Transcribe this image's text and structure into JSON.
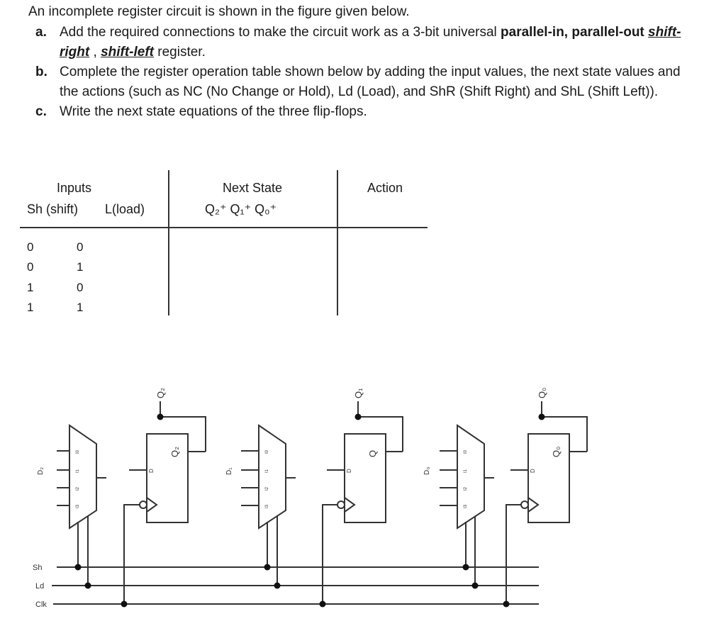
{
  "intro": "An incomplete register circuit is shown in the figure given below.",
  "items": [
    {
      "label": "a.",
      "p1": "Add the required connections to make the circuit work as a 3-bit universal ",
      "bold": "parallel-in, parallel-out",
      "sp": " ",
      "u1": "shift-right",
      "sep": " , ",
      "u2": "shift-left",
      "p2": " register."
    },
    {
      "label": "b.",
      "text": "Complete the register operation table shown below by adding the input values, the next state values and the actions (such as NC (No Change or Hold), Ld (Load), and ShR (Shift Right) and ShL (Shift Left))."
    },
    {
      "label": "c.",
      "text": "Write the next state equations of the three flip-flops."
    }
  ],
  "table": {
    "inputs_header": "Inputs",
    "sh_header": "Sh (shift)",
    "l_header": "L(load)",
    "next_header": "Next State",
    "next_sub": "Q₂⁺ Q₁⁺ Q₀⁺",
    "action_header": "Action",
    "rows": [
      {
        "sh": "0",
        "l": "0"
      },
      {
        "sh": "0",
        "l": "1"
      },
      {
        "sh": "1",
        "l": "0"
      },
      {
        "sh": "1",
        "l": "1"
      }
    ]
  },
  "circuit": {
    "outputs": [
      "Q₂",
      "Q₁",
      "Q₀"
    ],
    "ff_outputs": [
      "Q₂",
      "Q",
      "Q₀"
    ],
    "data_inputs": [
      "D₂",
      "D₁",
      "D₀"
    ],
    "ff_d": "D",
    "mux_inputs": [
      "I0",
      "I1",
      "I2",
      "I3"
    ],
    "bus_labels": [
      "Sh",
      "Ld",
      "Clk"
    ]
  }
}
